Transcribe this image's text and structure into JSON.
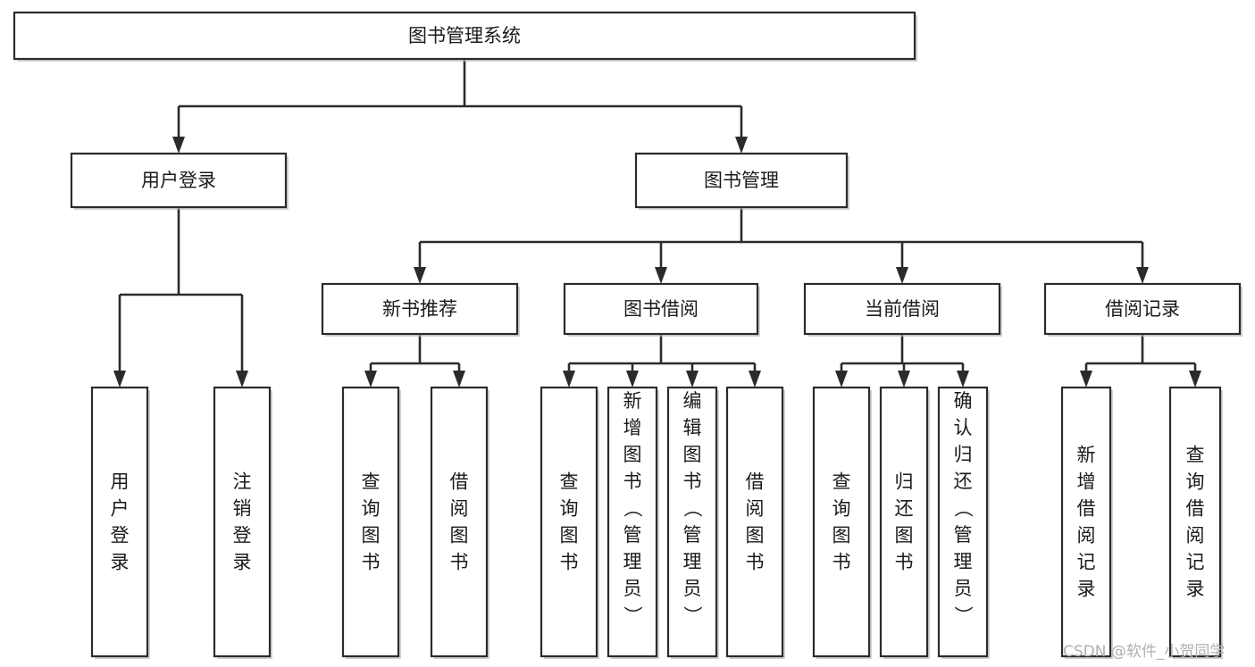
{
  "diagram": {
    "title": "图书管理系统",
    "type": "tree-structure-chart",
    "orientation": "top-down",
    "colors": {
      "box_fill": "#ffffff",
      "box_stroke": "#2b2b2b",
      "connector": "#2b2b2b",
      "text": "#1a1a1a",
      "watermark": "#b0b0b0",
      "background": "#ffffff"
    },
    "nodes": {
      "root": {
        "label": "图书管理系统",
        "level": 0,
        "text_direction": "horizontal"
      },
      "level1": [
        {
          "id": "user-login",
          "label": "用户登录",
          "text_direction": "horizontal"
        },
        {
          "id": "book-manage",
          "label": "图书管理",
          "text_direction": "horizontal"
        }
      ],
      "level2": [
        {
          "id": "new-book-recommend",
          "label": "新书推荐",
          "parent": "book-manage",
          "text_direction": "horizontal"
        },
        {
          "id": "book-borrow",
          "label": "图书借阅",
          "parent": "book-manage",
          "text_direction": "horizontal"
        },
        {
          "id": "current-borrow",
          "label": "当前借阅",
          "parent": "book-manage",
          "text_direction": "horizontal"
        },
        {
          "id": "borrow-record",
          "label": "借阅记录",
          "parent": "book-manage",
          "text_direction": "horizontal"
        }
      ],
      "leaves": [
        {
          "id": "leaf-user-login",
          "label": "用户登录",
          "parent": "user-login",
          "text_direction": "vertical",
          "align": "middle"
        },
        {
          "id": "leaf-user-logout",
          "label": "注销登录",
          "parent": "user-login",
          "text_direction": "vertical",
          "align": "middle"
        },
        {
          "id": "leaf-query-book-1",
          "label": "查询图书",
          "parent": "new-book-recommend",
          "text_direction": "vertical",
          "align": "middle"
        },
        {
          "id": "leaf-borrow-book-1",
          "label": "借阅图书",
          "parent": "new-book-recommend",
          "text_direction": "vertical",
          "align": "middle"
        },
        {
          "id": "leaf-query-book-2",
          "label": "查询图书",
          "parent": "book-borrow",
          "text_direction": "vertical",
          "align": "middle"
        },
        {
          "id": "leaf-add-book",
          "label": "新增图书（管理员）",
          "parent": "book-borrow",
          "text_direction": "vertical",
          "align": "top"
        },
        {
          "id": "leaf-edit-book",
          "label": "编辑图书（管理员）",
          "parent": "book-borrow",
          "text_direction": "vertical",
          "align": "top"
        },
        {
          "id": "leaf-borrow-book-2",
          "label": "借阅图书",
          "parent": "book-borrow",
          "text_direction": "vertical",
          "align": "middle"
        },
        {
          "id": "leaf-query-book-3",
          "label": "查询图书",
          "parent": "current-borrow",
          "text_direction": "vertical",
          "align": "middle"
        },
        {
          "id": "leaf-return-book",
          "label": "归还图书",
          "parent": "current-borrow",
          "text_direction": "vertical",
          "align": "middle"
        },
        {
          "id": "leaf-confirm-return",
          "label": "确认归还（管理员）",
          "parent": "current-borrow",
          "text_direction": "vertical",
          "align": "top"
        },
        {
          "id": "leaf-add-record",
          "label": "新增借阅记录",
          "parent": "borrow-record",
          "text_direction": "vertical",
          "align": "middle"
        },
        {
          "id": "leaf-query-record",
          "label": "查询借阅记录",
          "parent": "borrow-record",
          "text_direction": "vertical",
          "align": "middle"
        }
      ]
    }
  },
  "watermark": {
    "text": "CSDN @软件_小贺同学"
  }
}
